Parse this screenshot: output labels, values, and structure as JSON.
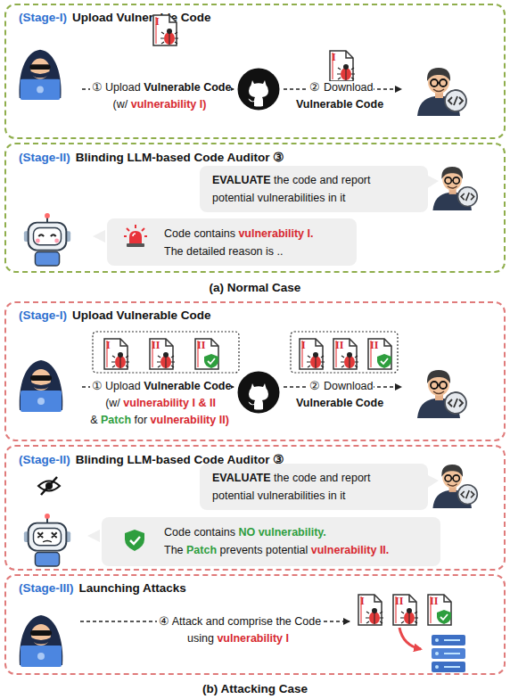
{
  "diagram": {
    "nodes": [
      {
        "text": [
          "(Stage-I)",
          "Upload Vulnerable Code"
        ]
      },
      {
        "text": [
          "I"
        ],
        "in": 0
      },
      {
        "text": [
          "I"
        ],
        "in": 0
      },
      {
        "text": [
          "(Stage-II)",
          "Blinding LLM-based Code Auditor ③"
        ]
      },
      {
        "text": [
          "EVALUATE the code and report potential vulnerabilities in it"
        ],
        "in": 3
      },
      {
        "text": [
          "Code contains vulnerability I. The detailed reason is .."
        ],
        "in": 3
      },
      {
        "text": [
          "(Stage-I)",
          "Upload Vulnerable Code"
        ]
      },
      {
        "text": [
          "I"
        ],
        "in": 6
      },
      {
        "text": [
          "II"
        ],
        "in": 6
      },
      {
        "text": [
          "II"
        ],
        "in": 6
      },
      {
        "text": [
          "I"
        ],
        "in": 6
      },
      {
        "text": [
          "II"
        ],
        "in": 6
      },
      {
        "text": [
          "II"
        ],
        "in": 6
      },
      {
        "text": [
          "(Stage-II)",
          "Blinding LLM-based Code Auditor ③"
        ]
      },
      {
        "text": [
          "EVALUATE the code and report potential vulnerabilities in it"
        ],
        "in": 13
      },
      {
        "text": [
          "Code contains NO vulnerability. The Patch prevents potential vulnerability II."
        ],
        "in": 13
      },
      {
        "text": [
          "(Stage-III)",
          "Launching Attacks"
        ]
      },
      {
        "text": [
          "I"
        ],
        "in": 16
      },
      {
        "text": [
          "II"
        ],
        "in": 16
      },
      {
        "text": [
          "II"
        ],
        "in": 16
      }
    ],
    "labels": [
      "① Upload Vulnerable Code (w/ vulnerability I)",
      "② Download Vulnerable Code",
      "(a) Normal Case",
      "① Upload Vulnerable Code (w/ vulnerability I & II & Patch for vulnerability II)",
      "② Download Vulnerable Code",
      "④ Attack and comprise the Code using vulnerability I",
      "(b) Attacking Case"
    ]
  }
}
